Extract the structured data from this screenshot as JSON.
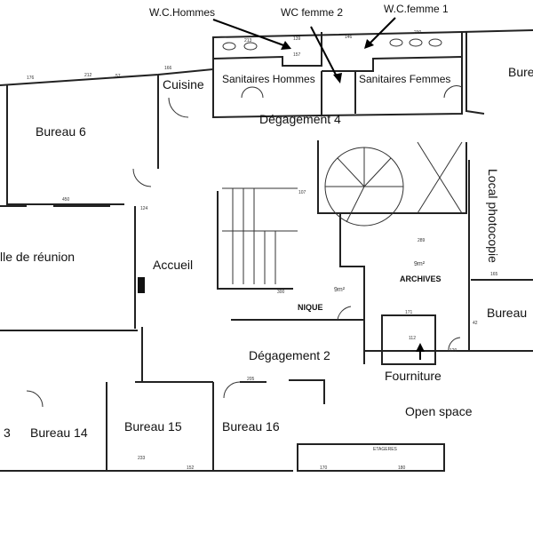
{
  "title_labels": {
    "wc_hommes": "W.C.Hommes",
    "wc_femme_2": "WC femme 2",
    "wc_femme_1": "W.C.femme 1"
  },
  "rooms": {
    "cuisine": "Cuisine",
    "sanitaires_hommes": "Sanitaires Hommes",
    "sanitaires_femmes": "Sanitaires Femmes",
    "bureau_top_right": "Bure",
    "degagement_4": "Dégagement 4",
    "bureau_6": "Bureau 6",
    "local_photocopie": "Local photocopie",
    "salle_reunion": "lle de réunion",
    "accueil": "Accueil",
    "archives_area": "9m²",
    "archives": "ARCHIVES",
    "technique_area": "9m²",
    "technique": "NIQUE",
    "bureau_right": "Bureau",
    "degagement_2": "Dégagement 2",
    "fourniture": "Fourniture",
    "open_space": "Open space",
    "bureau_13": "3",
    "bureau_14": "Bureau 14",
    "bureau_15": "Bureau 15",
    "bureau_16": "Bureau 16",
    "etageres": "ETAGERES"
  },
  "dimensions": [
    "213",
    "139",
    "157",
    "146",
    "230",
    "176",
    "212",
    "57",
    "166",
    "450",
    "124",
    "107",
    "289",
    "300",
    "171",
    "112",
    "120",
    "205",
    "233",
    "152",
    "170",
    "180",
    "165",
    "42"
  ]
}
